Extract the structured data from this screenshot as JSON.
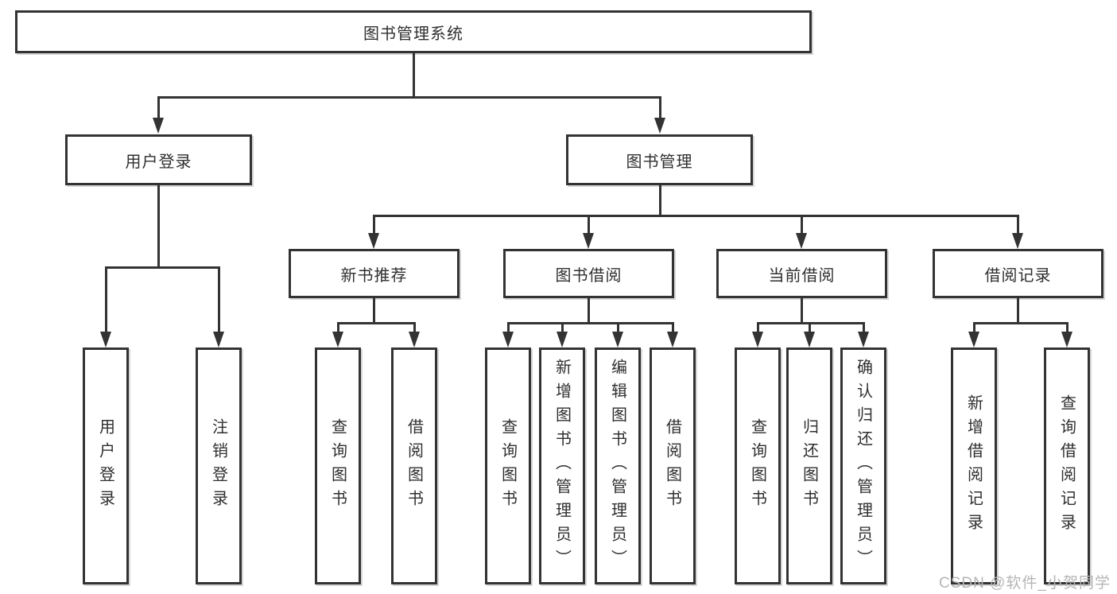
{
  "diagram": {
    "tree": {
      "label": "图书管理系统",
      "children": [
        {
          "label": "用户登录",
          "children": [
            {
              "label": "用户登录"
            },
            {
              "label": "注销登录"
            }
          ]
        },
        {
          "label": "图书管理",
          "children": [
            {
              "label": "新书推荐",
              "children": [
                {
                  "label": "查询图书"
                },
                {
                  "label": "借阅图书"
                }
              ]
            },
            {
              "label": "图书借阅",
              "children": [
                {
                  "label": "查询图书"
                },
                {
                  "label": "新增图书（管理员）"
                },
                {
                  "label": "编辑图书（管理员）"
                },
                {
                  "label": "借阅图书"
                }
              ]
            },
            {
              "label": "当前借阅",
              "children": [
                {
                  "label": "查询图书"
                },
                {
                  "label": "归还图书"
                },
                {
                  "label": "确认归还（管理员）"
                }
              ]
            },
            {
              "label": "借阅记录",
              "children": [
                {
                  "label": "新增借阅记录"
                },
                {
                  "label": "查询借阅记录"
                }
              ]
            }
          ]
        }
      ]
    },
    "colors": {
      "line": "#333333",
      "text": "#2f2f2f",
      "background": "#ffffff",
      "watermark": "#b5b5b5"
    },
    "watermark": "CSDN @软件_小贺同学"
  }
}
